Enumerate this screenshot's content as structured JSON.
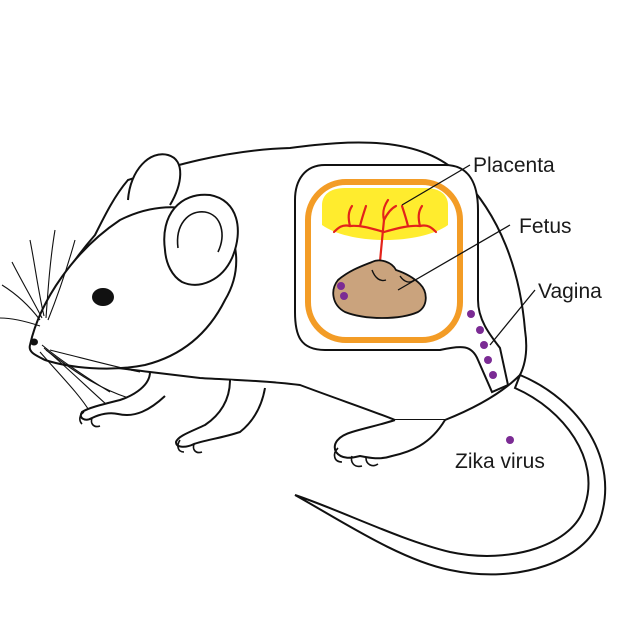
{
  "labels": {
    "placenta": "Placenta",
    "fetus": "Fetus",
    "vagina": "Vagina",
    "zika_virus": "Zika virus"
  },
  "colors": {
    "outline": "#111111",
    "placenta_fill": "#ffec2e",
    "uterus_wall": "#f39c26",
    "vessels": "#e3231b",
    "fetus_fill": "#caa37d",
    "virus": "#7b2b94"
  }
}
